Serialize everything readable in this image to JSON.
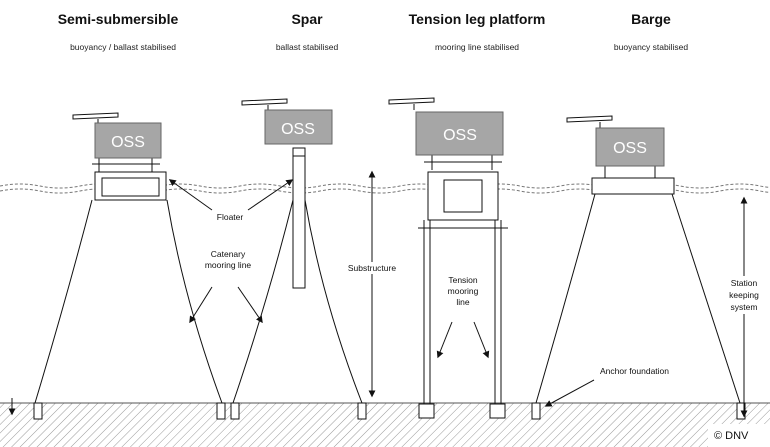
{
  "platforms": [
    {
      "name": "Semi-submersible",
      "stability": "buoyancy / ballast stabilised"
    },
    {
      "name": "Spar",
      "stability": "ballast stabilised"
    },
    {
      "name": "Tension leg platform",
      "stability": "mooring line stabilised"
    },
    {
      "name": "Barge",
      "stability": "buoyancy stabilised"
    }
  ],
  "oss_label": "OSS",
  "labels": {
    "floater": "Floater",
    "catenary_1": "Catenary",
    "catenary_2": "mooring line",
    "substructure": "Substructure",
    "tension_1": "Tension",
    "tension_2": "mooring",
    "tension_3": "line",
    "station_1": "Station",
    "station_2": "keeping",
    "station_3": "system",
    "anchor": "Anchor foundation"
  },
  "copyright": "© DNV",
  "colors": {
    "oss_box": "#a6a6a6",
    "line": "#111111",
    "water": "#777777"
  }
}
